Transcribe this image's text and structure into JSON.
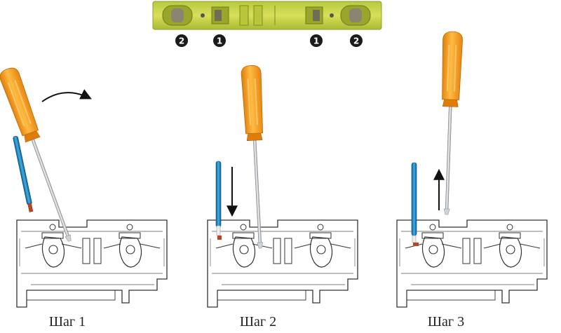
{
  "top_strip": {
    "markers": [
      "2",
      "1",
      "1",
      "2"
    ]
  },
  "steps": [
    {
      "label": "Шаг 1"
    },
    {
      "label": "Шаг 2"
    },
    {
      "label": "Шаг 3"
    }
  ],
  "colors": {
    "strip_green": "#c8d24a",
    "strip_yellow": "#d7d83d",
    "screwdriver_handle": "#f7a21b",
    "wire_blue": "#1f8fc8",
    "wire_copper": "#b7472a",
    "outline": "#333333"
  },
  "icons": [
    "screwdriver-icon",
    "wire-icon",
    "arrow-icon",
    "terminal-block-icon"
  ]
}
